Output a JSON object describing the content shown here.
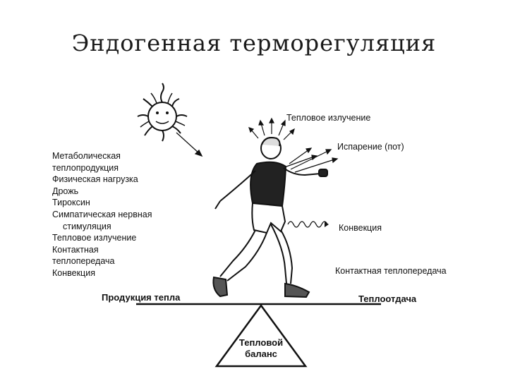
{
  "title": "Эндогенная терморегуляция",
  "heat_production_items": [
    "Метаболическая",
    "теплопродукция",
    "Физическая нагрузка",
    "Дрожь",
    "Тироксин",
    "Симпатическая нервная",
    "стимуляция",
    "Тепловое излучение",
    "Контактная",
    "теплопередача",
    "Конвекция"
  ],
  "heat_loss_labels": {
    "radiation": "Тепловое излучение",
    "evaporation": "Испарение (пот)",
    "convection": "Конвекция",
    "contact": "Контактная теплопередача"
  },
  "balance": {
    "left": "Продукция тепла",
    "right": "Теплоотдача",
    "center_line1": "Тепловой",
    "center_line2": "баланс"
  },
  "icons": [
    "sun-icon",
    "runner-figure"
  ]
}
